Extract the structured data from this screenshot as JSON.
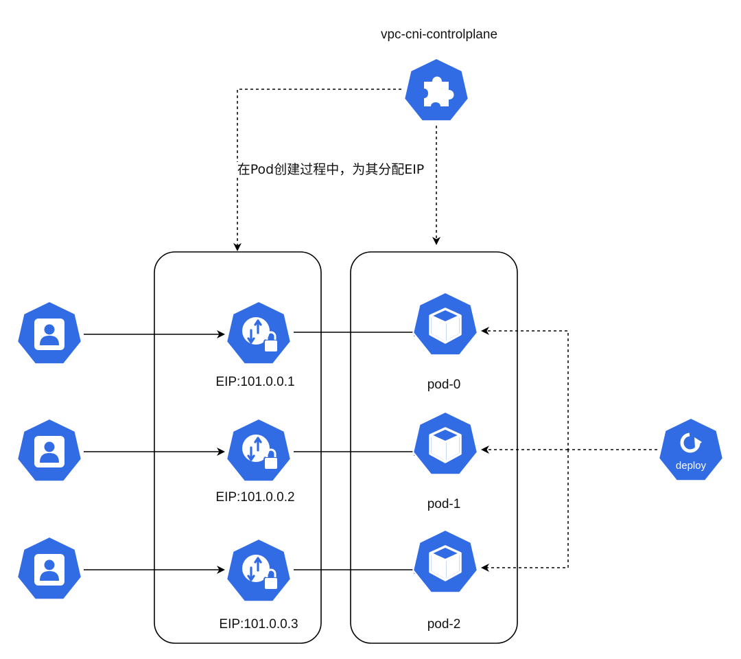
{
  "controller": {
    "label": "vpc-cni-controlplane",
    "icon": "puzzle-icon"
  },
  "annotation": "在Pod创建过程中，为其分配EIP",
  "users": [
    {
      "icon": "user-icon"
    },
    {
      "icon": "user-icon"
    },
    {
      "icon": "user-icon"
    }
  ],
  "eips": [
    {
      "label": "EIP:101.0.0.1",
      "icon": "eip-icon"
    },
    {
      "label": "EIP:101.0.0.2",
      "icon": "eip-icon"
    },
    {
      "label": "EIP:101.0.0.3",
      "icon": "eip-icon"
    }
  ],
  "pods": [
    {
      "label": "pod-0",
      "icon": "pod-icon"
    },
    {
      "label": "pod-1",
      "icon": "pod-icon"
    },
    {
      "label": "pod-2",
      "icon": "pod-icon"
    }
  ],
  "deploy": {
    "label": "deploy",
    "icon": "deploy-icon"
  },
  "colors": {
    "icon_fill": "#326CE5",
    "icon_border": "#ffffff",
    "line": "#000000"
  }
}
